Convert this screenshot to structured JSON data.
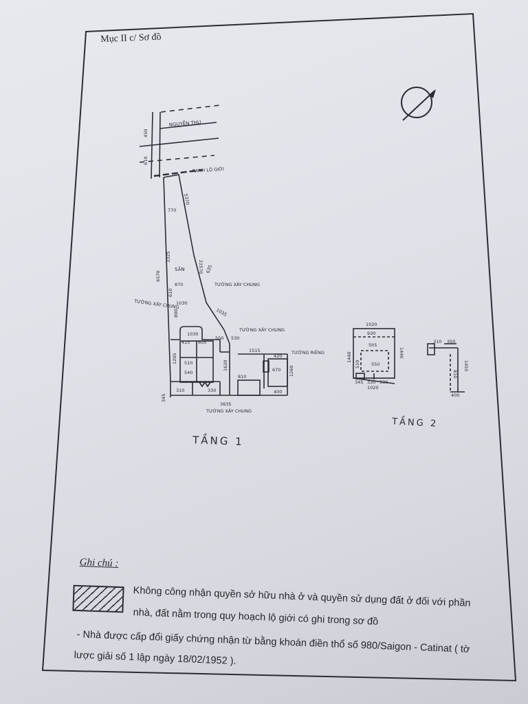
{
  "document": {
    "section_heading": "Mục II c/ Sơ đồ",
    "floor_labels": {
      "floor_1": "TẦNG 1",
      "floor_2": "TẦNG 2"
    },
    "plan_annotations": {
      "street_name": "NGUYỄN THU",
      "road_boundary": "RANH LỘ GIỚI",
      "shared_wall_top": "TƯỜNG XÂY CHUNG",
      "shared_wall_left": "TƯỜNG XÂY CHUNG",
      "shared_wall_mid": "TƯỜNG XÂY CHUNG",
      "private_wall": "TƯỜNG RIÊNG",
      "shared_wall_bottom": "TƯỜNG XÂY CHUNG",
      "yard": "SÂN"
    },
    "dimensions": {
      "lot_left": "6570",
      "lot_right": "22570",
      "lot_upper_right": "5370",
      "lot_inner": "770",
      "left_diag": "3325",
      "width_mid": "870",
      "width_mid2": "1030",
      "right_diag1": "635",
      "right_diag2": "1035",
      "left_step": "610",
      "vert_left": "800",
      "house_front": "1030",
      "house_w1": "415",
      "house_w2": "605",
      "house_side": "1205",
      "house_inner": "510",
      "room_left": "540",
      "right_ext": "500",
      "right_step": "530",
      "wing_width": "1515",
      "wing_room": "670",
      "wing_height": "1260",
      "wing_small": "420",
      "bottom_mid": "810",
      "center_vert": "1620",
      "bottom_left": "310",
      "bottom_total": "3635",
      "bottom_right": "400",
      "bottom_side": "345",
      "bottom_cell": "330",
      "top_left_sq": "450",
      "top_left_sq2": "610",
      "floor2_top": "1020",
      "floor2_inner": "930",
      "floor2_right": "1440",
      "floor2_left": "1440",
      "floor2_mid": "550",
      "floor2_room": "5h5",
      "floor2_bottom": "1020",
      "floor2_bl": "345",
      "floor2_bm": "330",
      "floor2_br": "330",
      "floor2_side": "510",
      "mezz_top": "310",
      "mezz_top2": "350",
      "mezz_right": "1455",
      "mezz_mid": "810",
      "mezz_bottom": "400"
    },
    "notes_heading": "Ghi chú :",
    "legend_text_line1": "Không công nhận quyền sở hữu nhà ở và quyền sử dụng đất ở đối với phần",
    "legend_text_line2": "nhà, đất nằm trong quy hoạch lộ giới có ghi trong sơ đồ",
    "note_line1": "- Nhà được cấp đổi giấy chứng nhận từ bằng khoán điền thổ số 980/Saigon - Catinat ( tờ",
    "note_line2": "lược giải số 1 lập ngày 18/02/1952 )."
  },
  "colors": {
    "ink": "#2b2c35",
    "paper": "#e2e5ea",
    "background": "#b9bcc4"
  }
}
